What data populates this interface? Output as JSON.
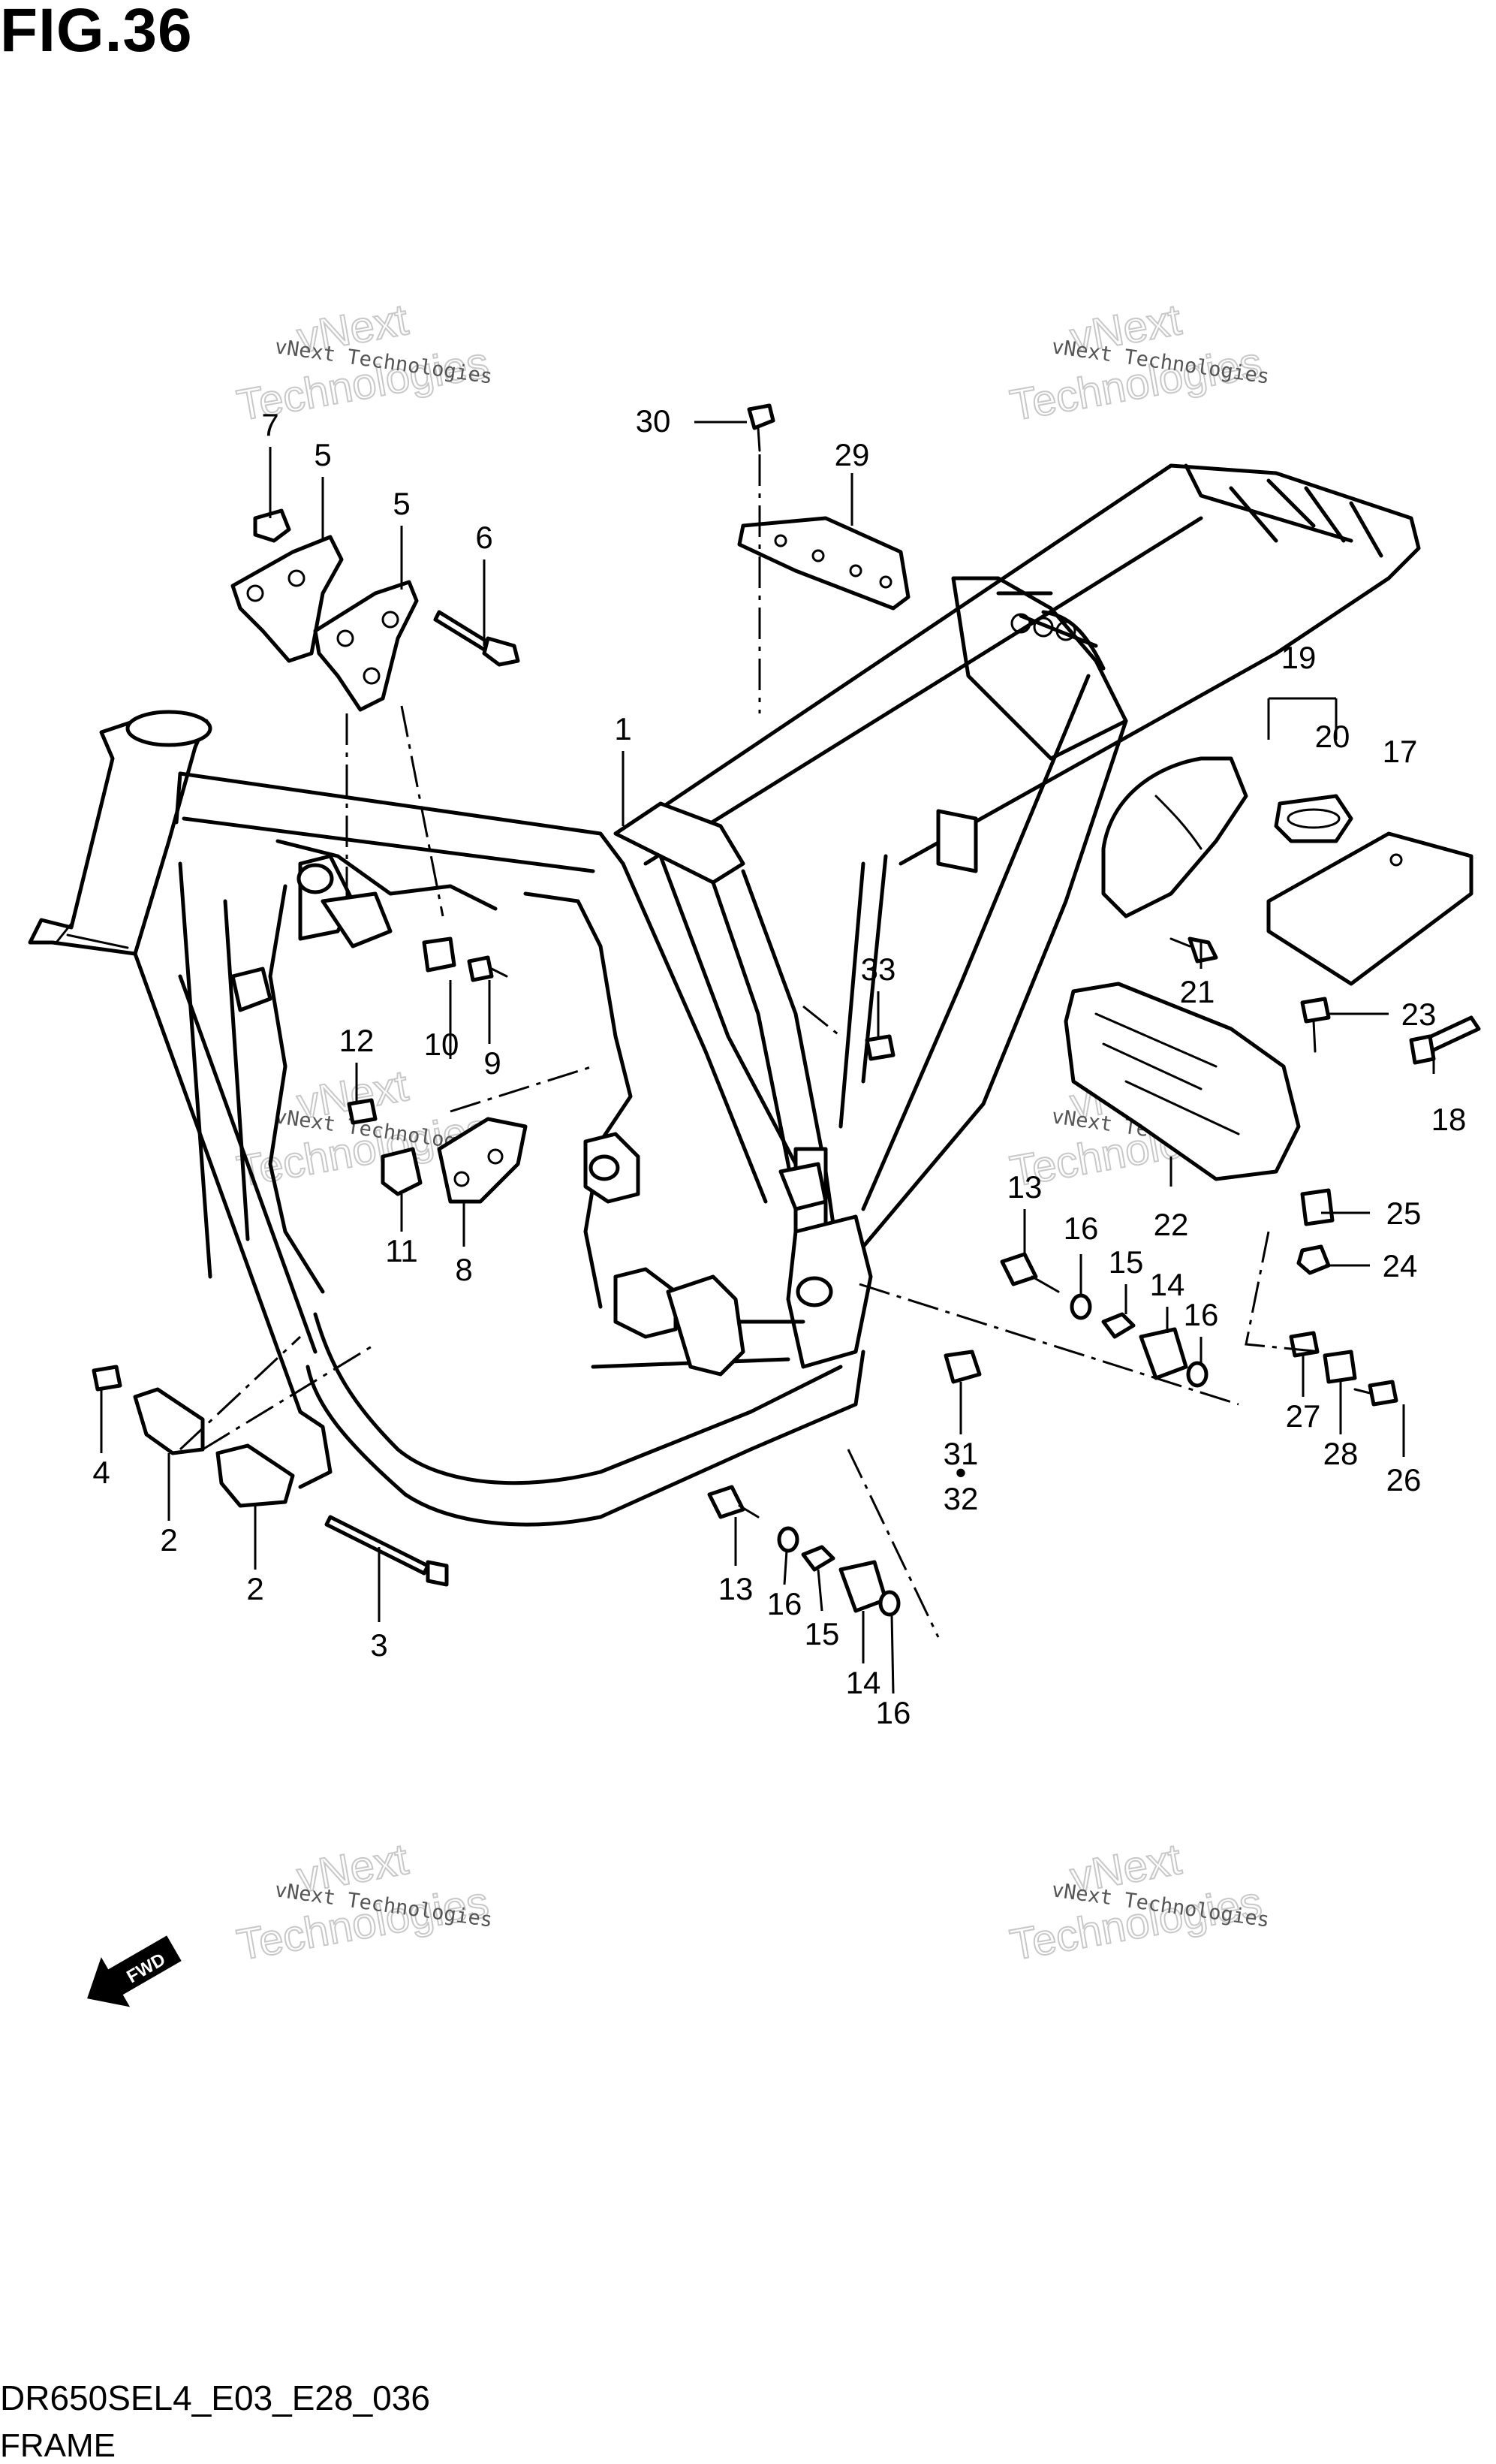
{
  "figure": {
    "title": "FIG.36",
    "code": "DR650SEL4_E03_E28_036",
    "name": "FRAME"
  },
  "watermark": {
    "small": "vNext Technologies",
    "big_1": "vNext",
    "big_2": "Technologies"
  },
  "fwd_label": "FWD",
  "callouts": [
    "1",
    "2",
    "2",
    "3",
    "4",
    "5",
    "5",
    "6",
    "7",
    "8",
    "9",
    "10",
    "11",
    "12",
    "13",
    "13",
    "14",
    "14",
    "15",
    "15",
    "16",
    "16",
    "16",
    "16",
    "17",
    "18",
    "19",
    "20",
    "21",
    "22",
    "23",
    "24",
    "25",
    "26",
    "27",
    "28",
    "29",
    "30",
    "31",
    "•",
    "32",
    "33"
  ]
}
